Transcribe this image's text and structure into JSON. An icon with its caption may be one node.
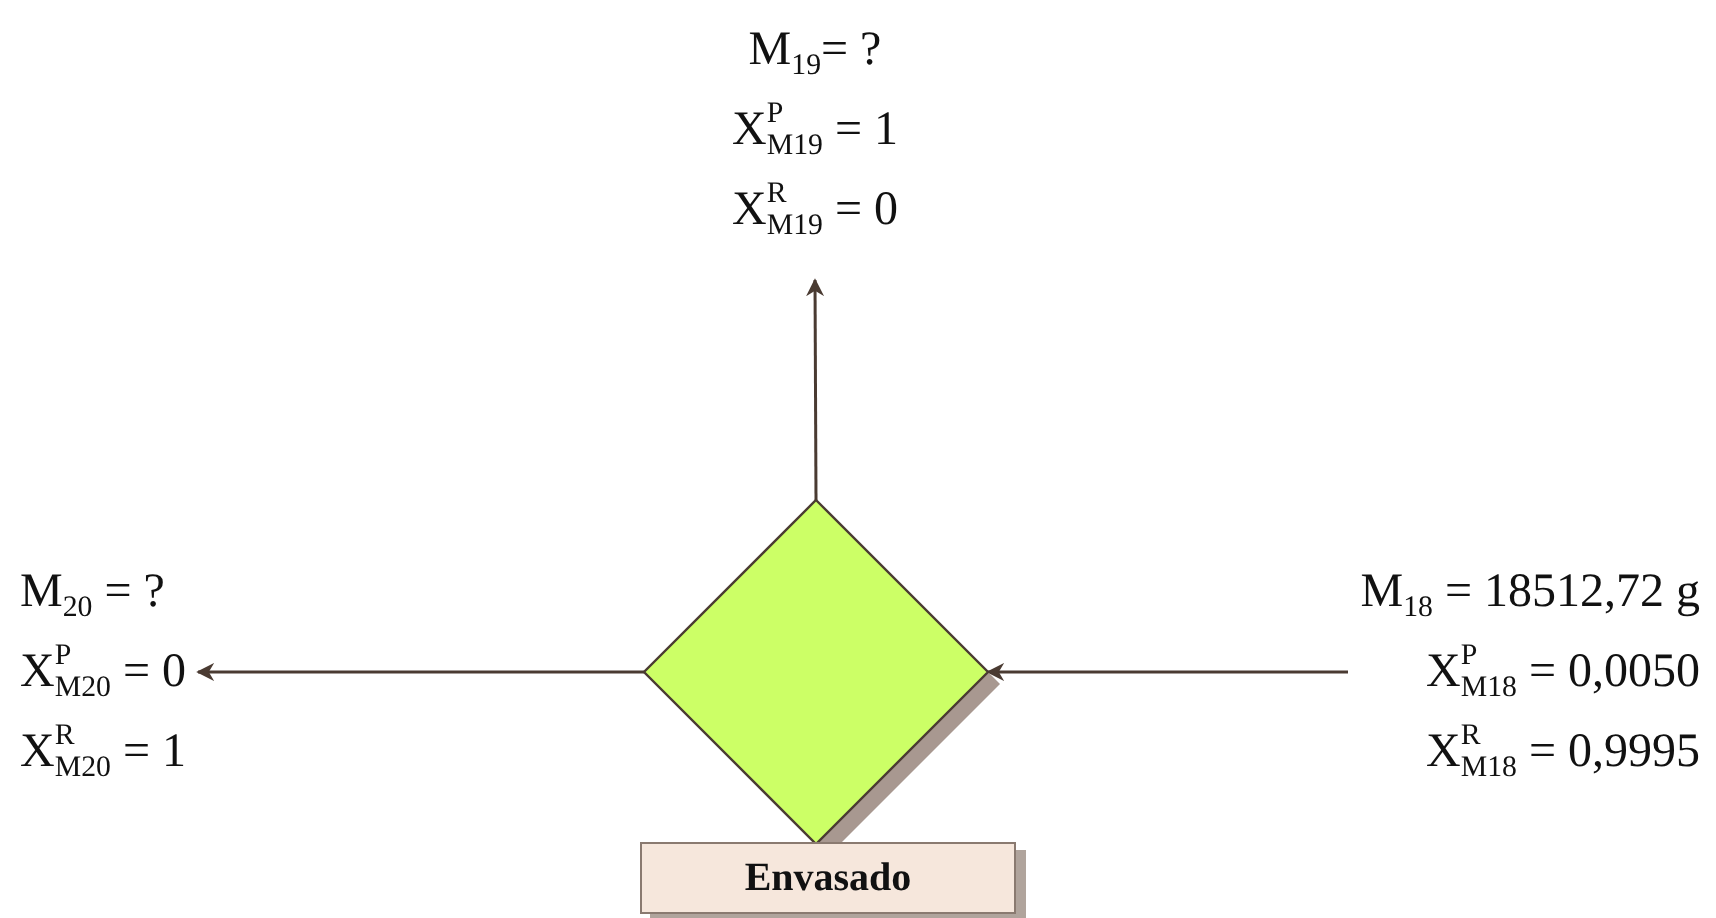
{
  "diagram": {
    "nodes": [
      {
        "text": [
          "M$_{19}$= ?",
          "X$^{P}$$_{M19}$ = 1",
          "X$^{R}$$_{M19}$ = 0"
        ]
      },
      {
        "text": [
          "M$_{20}$ =   ?",
          "X$^{P}$$_{M20}$ = 0",
          "X$^{R}$$_{M20}$ = 1"
        ]
      },
      {
        "text": [],
        "shape": "diamond"
      },
      {
        "text": [
          "M$_{18}$ = 18512,72 g",
          "X$^{P}$$_{M18}$ = 0,0050",
          "X$^{R}$$_{M18}$ = 0,9995"
        ]
      },
      {
        "text": [
          "Envasado"
        ]
      }
    ],
    "edges": [
      {
        "from": 2,
        "to": 0,
        "arrow": "to"
      },
      {
        "from": 2,
        "to": 1,
        "arrow": "to"
      },
      {
        "from": 3,
        "to": 2,
        "arrow": "to"
      }
    ]
  }
}
